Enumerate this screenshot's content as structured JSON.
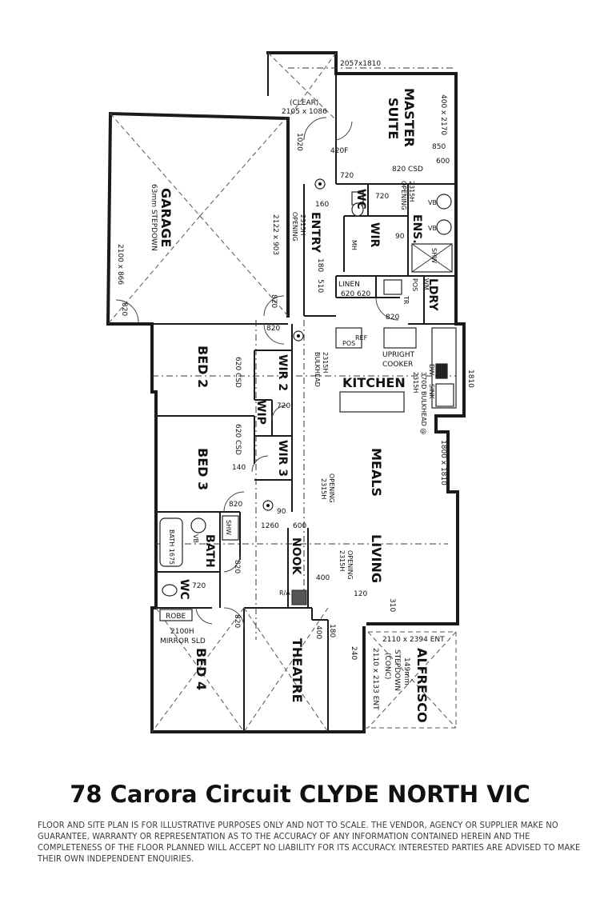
{
  "rooms": {
    "master_suite": [
      "MASTER",
      "SUITE"
    ],
    "garage": "GARAGE",
    "garage_note": "63mm STEPDOWN",
    "entry": "ENTRY",
    "wc": "WC",
    "wir": "WIR",
    "ens": "ENS.",
    "ldry": "LDRY",
    "bed2": "BED 2",
    "wir2": "WIR 2",
    "wip": "WIP",
    "kitchen": "KITCHEN",
    "bed3": "BED 3",
    "wir3": "WIR 3",
    "meals": "MEALS",
    "living": "LIVING",
    "bath": "BATH",
    "nook": "NOOK",
    "wc2": "WC",
    "bed4": "BED 4",
    "theatre": "THEATRE",
    "alfresco": "ALFRESCO"
  },
  "annotations": {
    "top_dim": "2057x1810",
    "clear": "(CLEAR)",
    "clear_size": "2105 x 1086",
    "d1020": "1020",
    "d420f": "420F",
    "d720a": "720",
    "d400x2170": "400 x 2170",
    "d850": "850",
    "d600": "600",
    "d820csd": "820 CSD",
    "d2315h_a": "2315H",
    "opening_a": "OPENING",
    "d720b": "720",
    "d90": "90",
    "vb1": "VB",
    "vb2": "VB",
    "d160": "160",
    "mh": "MH",
    "shw": "SHW",
    "d2100x866": "2100 x 866",
    "d2122x903": "2122 x 903",
    "d2315h_entry": "2315H",
    "opening_entry": "OPENING",
    "d180": "180",
    "d510": "510",
    "d820_garage": "820",
    "d820_entry": "820",
    "linen": "LINEN",
    "d620_620": "620 620",
    "pos1": "POS",
    "wm": "WM",
    "tr": "TR",
    "d820_ldry": "820",
    "d820_bed2": "820",
    "d620csd_a": "620 CSD",
    "ref": "REF",
    "pos2": "POS",
    "d2315h_bulk": "2315H",
    "bulkhead": "BULKHEAD",
    "upright": "UPRIGHT",
    "cooker": "COOKER",
    "dw": "DW",
    "sink": "SINK",
    "bulkhead2_a": "370D BULKHEAD @",
    "bulkhead2_b": "2315H",
    "d1810": "1810",
    "d720_wip": "720",
    "d620csd_b": "620 CSD",
    "d140": "140",
    "d1800x1810": "1800 x 1810",
    "d2315h_meals": "2315H",
    "opening_meals": "OPENING",
    "d820_bed3": "820",
    "d90b": "90",
    "d1260": "1260",
    "d600b": "600",
    "bath_dim": "BATH 1675",
    "vb3": "VB",
    "shw2": "SHW",
    "d820_bath": "820",
    "d2315h_liv": "2315H",
    "opening_liv": "OPENING",
    "d400a": "400",
    "d120": "120",
    "d310": "310",
    "ra": "R/A",
    "d720_wc": "720",
    "robe": "ROBE",
    "d2100h": "2100H",
    "mirror": "MIRROR SLD",
    "d820_bed4": "820",
    "d400b": "400",
    "d180b": "180",
    "d240": "240",
    "d2110x2394": "2110 x 2394 ENT",
    "d2110x2133": "2110 x 2133 ENT",
    "stepdown_a": "149mm",
    "stepdown_b": "STEPDOWN",
    "stepdown_c": "(CONC)"
  },
  "address": "78 Carora Circuit CLYDE NORTH VIC",
  "disclaimer": "FLOOR AND SITE PLAN IS FOR ILLUSTRATIVE PURPOSES ONLY AND NOT TO SCALE. THE VENDOR, AGENCY OR SUPPLIER MAKE NO GUARANTEE, WARRANTY OR REPRESENTATION AS TO THE ACCURACY OF ANY INFORMATION CONTAINED HEREIN AND THE COMPLETENESS OF THE FLOOR PLANNED WILL ACCEPT NO LIABILITY FOR ITS ACCURACY. INTERESTED PARTIES ARE ADVISED TO MAKE THEIR OWN INDEPENDENT ENQUIRIES."
}
